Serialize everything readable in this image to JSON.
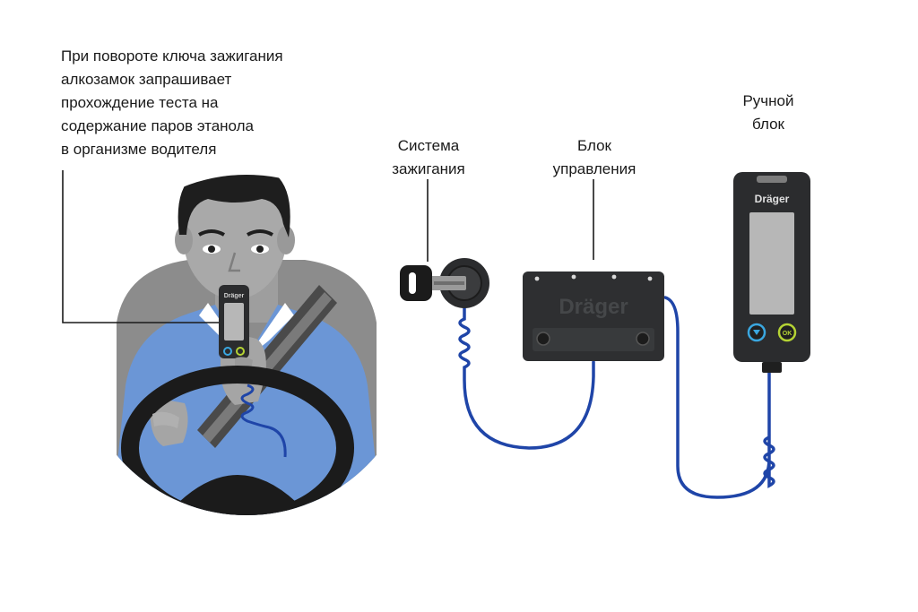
{
  "annotation": {
    "lines": [
      "При повороте ключа зажигания",
      "алкозамок запрашивает",
      "прохождение теста на",
      "содержание паров этанола",
      "в организме водителя"
    ]
  },
  "components": {
    "ignition": {
      "lines": [
        "Система",
        "зажигания"
      ]
    },
    "control_unit": {
      "lines": [
        "Блок",
        "управления"
      ],
      "brand": "Dräger"
    },
    "handheld": {
      "lines": [
        "Ручной",
        "блок"
      ],
      "brand": "Dräger",
      "ok_button": "OK"
    }
  },
  "driver_device": {
    "brand": "Dräger"
  },
  "colors": {
    "cable": "#1f45a8",
    "shirt": "#6a95d6",
    "device_body": "#2b2c2e",
    "skin": "#a9a9a9",
    "hair": "#1e1e1e",
    "seat": "#8a8a8a",
    "btn_blue": "#3aa7e0",
    "btn_green": "#b5d334"
  }
}
